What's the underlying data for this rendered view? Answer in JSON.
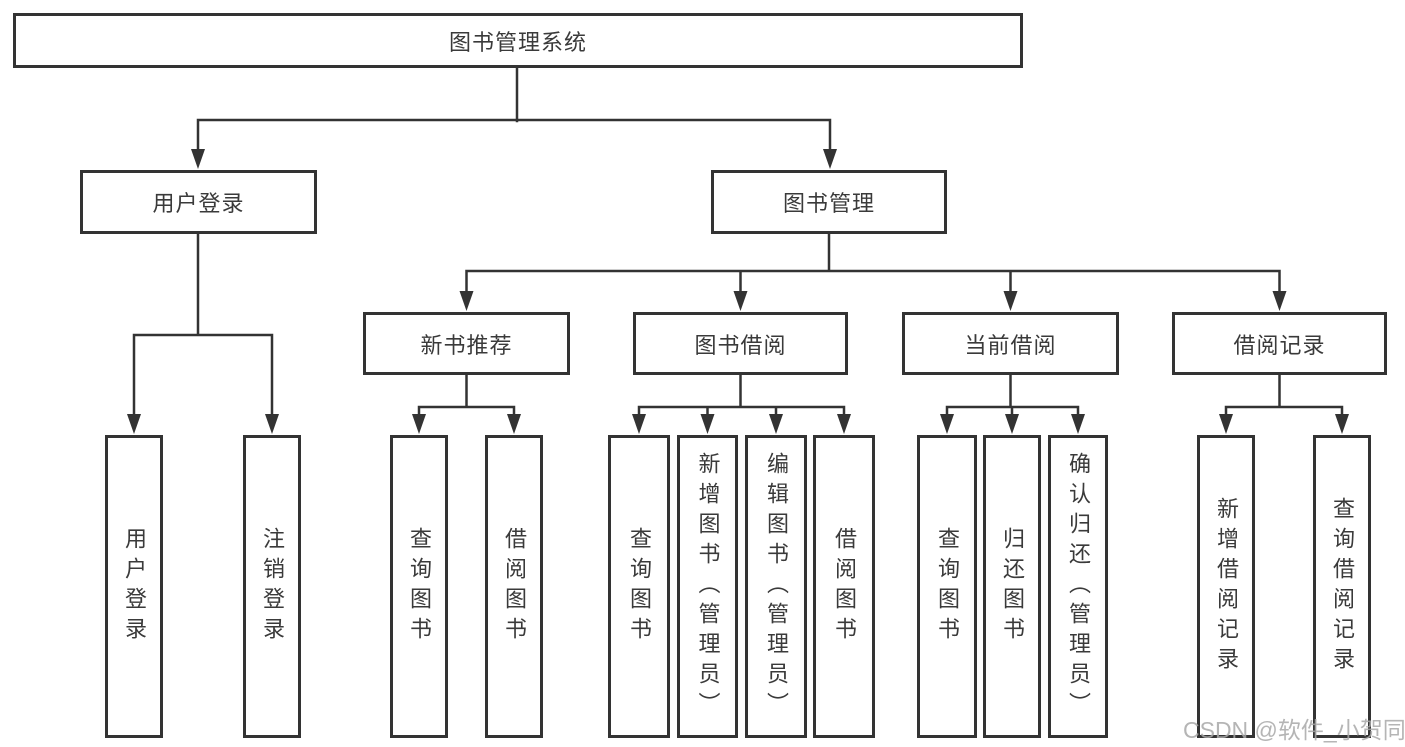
{
  "watermark": "CSDN @软件_小贺同学",
  "colors": {
    "border": "#333333",
    "text": "#3a3a3a",
    "background": "#ffffff",
    "watermark": "#a8a8a8"
  },
  "tree": {
    "root": {
      "label": "图书管理系统",
      "children": [
        {
          "label": "用户登录",
          "children": [
            {
              "label": "用户登录"
            },
            {
              "label": "注销登录"
            }
          ]
        },
        {
          "label": "图书管理",
          "children": [
            {
              "label": "新书推荐",
              "children": [
                {
                  "label": "查询图书"
                },
                {
                  "label": "借阅图书"
                }
              ]
            },
            {
              "label": "图书借阅",
              "children": [
                {
                  "label": "查询图书"
                },
                {
                  "label": "新增图书（管理员）"
                },
                {
                  "label": "编辑图书（管理员）"
                },
                {
                  "label": "借阅图书"
                }
              ]
            },
            {
              "label": "当前借阅",
              "children": [
                {
                  "label": "查询图书"
                },
                {
                  "label": "归还图书"
                },
                {
                  "label": "确认归还（管理员）"
                }
              ]
            },
            {
              "label": "借阅记录",
              "children": [
                {
                  "label": "新增借阅记录"
                },
                {
                  "label": "查询借阅记录"
                }
              ]
            }
          ]
        }
      ]
    }
  }
}
